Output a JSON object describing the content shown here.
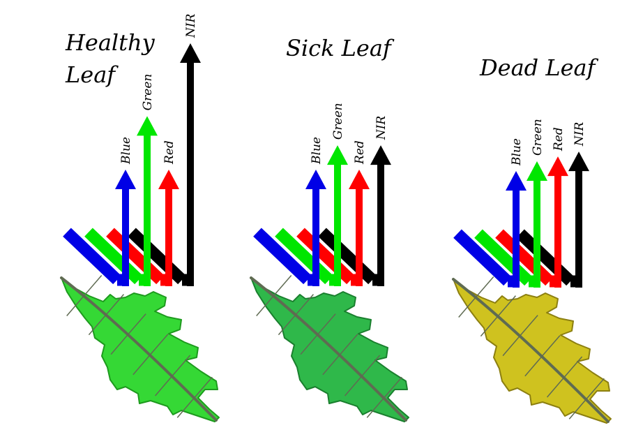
{
  "panels": [
    {
      "title_lines": [
        "Healthy",
        "Leaf"
      ],
      "leaf_color": "#35d835",
      "leaf_edge": "#1e9a1e",
      "bands": [
        {
          "label": "Blue",
          "color": "#0000e6",
          "level": 0.48
        },
        {
          "label": "Green",
          "color": "#00e600",
          "level": 0.7
        },
        {
          "label": "Red",
          "color": "#ff0000",
          "level": 0.48
        },
        {
          "label": "NIR",
          "color": "#000000",
          "level": 1.0
        }
      ]
    },
    {
      "title_lines": [
        "Sick Leaf"
      ],
      "leaf_color": "#2fb84a",
      "leaf_edge": "#1a7f2e",
      "bands": [
        {
          "label": "Blue",
          "color": "#0000e6",
          "level": 0.48
        },
        {
          "label": "Green",
          "color": "#00e600",
          "level": 0.58
        },
        {
          "label": "Red",
          "color": "#ff0000",
          "level": 0.48
        },
        {
          "label": "NIR",
          "color": "#000000",
          "level": 0.58
        }
      ]
    },
    {
      "title_lines": [
        "Dead Leaf"
      ],
      "leaf_color": "#cfc21f",
      "leaf_edge": "#8c7f10",
      "bands": [
        {
          "label": "Blue",
          "color": "#0000e6",
          "level": 0.48
        },
        {
          "label": "Green",
          "color": "#00e600",
          "level": 0.52
        },
        {
          "label": "Red",
          "color": "#ff0000",
          "level": 0.54
        },
        {
          "label": "NIR",
          "color": "#000000",
          "level": 0.56
        }
      ]
    }
  ]
}
